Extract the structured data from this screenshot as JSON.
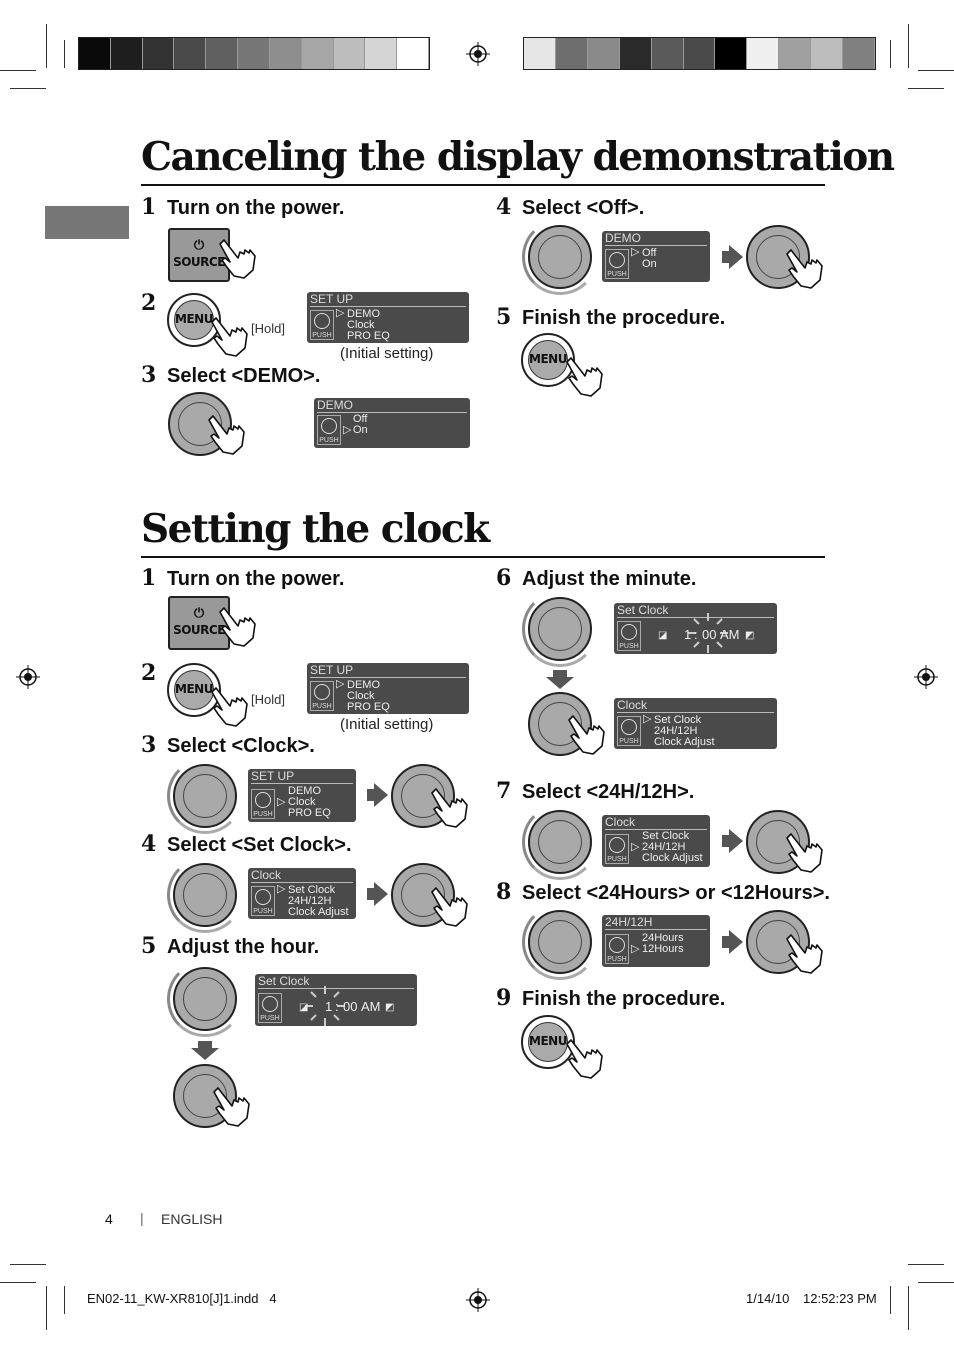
{
  "section1": {
    "title": "Canceling the display demonstration",
    "steps": [
      {
        "num": "1",
        "label": "Turn on the power."
      },
      {
        "num": "2",
        "label": ""
      },
      {
        "num": "3",
        "label": "Select <DEMO>."
      },
      {
        "num": "4",
        "label": "Select <Off>."
      },
      {
        "num": "5",
        "label": "Finish the procedure."
      }
    ],
    "hold_label": "[Hold]",
    "initial_setting": "(Initial setting)"
  },
  "section2": {
    "title": "Setting the clock",
    "steps": [
      {
        "num": "1",
        "label": "Turn on the power."
      },
      {
        "num": "2",
        "label": ""
      },
      {
        "num": "3",
        "label": "Select <Clock>."
      },
      {
        "num": "4",
        "label": "Select <Set Clock>."
      },
      {
        "num": "5",
        "label": "Adjust the hour."
      },
      {
        "num": "6",
        "label": "Adjust the minute."
      },
      {
        "num": "7",
        "label": "Select <24H/12H>."
      },
      {
        "num": "8",
        "label": "Select <24Hours> or <12Hours>."
      },
      {
        "num": "9",
        "label": "Finish the procedure."
      }
    ],
    "hold_label": "[Hold]",
    "initial_setting": "(Initial setting)"
  },
  "buttons": {
    "source_label": "SOURCE",
    "power_symbol": "⏻",
    "menu_label": "MENU",
    "push_label": "PUSH"
  },
  "displays": {
    "setup": {
      "header": "SET UP",
      "items": [
        "DEMO",
        "Clock",
        "PRO EQ"
      ]
    },
    "demo": {
      "header": "DEMO",
      "items": [
        "Off",
        "On"
      ]
    },
    "clock": {
      "header": "Clock",
      "items": [
        "Set Clock",
        "24H/12H",
        "Clock Adjust"
      ]
    },
    "setclock": {
      "header": "Set Clock",
      "time_hour": "1",
      "time_sep": ":",
      "time_min": "00",
      "time_ampm": "AM"
    },
    "h24h12": {
      "header": "24H/12H",
      "items": [
        "24Hours",
        "12Hours"
      ]
    },
    "cursor": "▷"
  },
  "footer": {
    "page_number": "4",
    "separator": "|",
    "language": "ENGLISH",
    "file_name": "EN02-11_KW-XR810[J]1.indd   4",
    "date": "1/14/10",
    "time": "12:52:23 PM"
  },
  "colors": {
    "title_rule": "#111111",
    "lcd_bg": "#4a4a4a",
    "side_tab": "#777777",
    "arrow": "#555555",
    "bar_left": [
      "#0a0a0a",
      "#1e1e1e",
      "#333333",
      "#4a4a4a",
      "#606060",
      "#777777",
      "#8e8e8e",
      "#a6a6a6",
      "#bdbdbd",
      "#d5d5d5",
      "#ffffff"
    ],
    "bar_right": [
      "#e6e6e6",
      "#6e6e6e",
      "#8a8a8a",
      "#2a2a2a",
      "#5a5a5a",
      "#4a4a4a",
      "#000000",
      "#f0f0f0",
      "#a0a0a0",
      "#bcbcbc",
      "#808080"
    ]
  }
}
